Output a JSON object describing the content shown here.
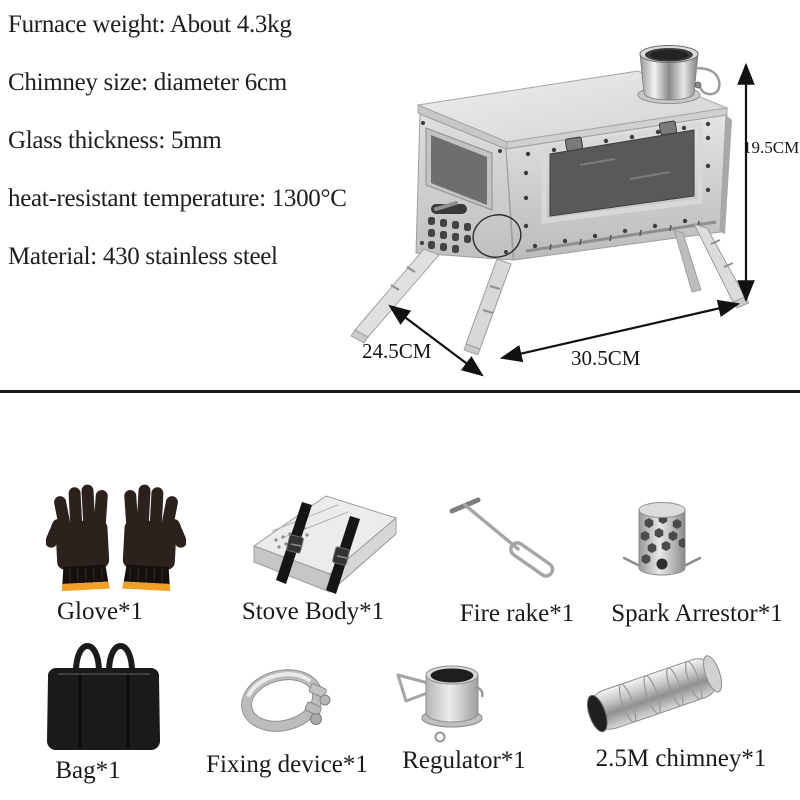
{
  "specs": {
    "lines": [
      "Furnace weight: About 4.3kg",
      "Chimney size: diameter 6cm",
      "Glass thickness: 5mm",
      "heat-resistant temperature: 1300°C",
      "Material: 430 stainless steel"
    ]
  },
  "stove": {
    "dimensions": {
      "height": "19.5CM",
      "depth": "24.5CM",
      "width": "30.5CM"
    }
  },
  "accessories": {
    "items": [
      {
        "label": "Glove*1",
        "icon": "gloves-icon"
      },
      {
        "label": "Stove Body*1",
        "icon": "folded-stove-body-icon"
      },
      {
        "label": "Fire rake*1",
        "icon": "fire-rake-icon"
      },
      {
        "label": "Spark Arrestor*1",
        "icon": "spark-arrestor-icon"
      },
      {
        "label": "Bag*1",
        "icon": "carry-bag-icon"
      },
      {
        "label": "Fixing device*1",
        "icon": "pipe-clamp-icon"
      },
      {
        "label": "Regulator*1",
        "icon": "damper-regulator-icon"
      },
      {
        "label": "2.5M chimney*1",
        "icon": "chimney-pipe-icon"
      }
    ]
  },
  "colors": {
    "background": "#ffffff",
    "text": "#1e1e1e",
    "divider": "#1a1a1a",
    "steel_light": "#ececec",
    "steel_mid": "#c6c6c6",
    "window_glass": "#59595b",
    "glove_body": "#2c211c",
    "glove_trim_orange": "#efa026",
    "bag_black": "#1a1a1a"
  }
}
